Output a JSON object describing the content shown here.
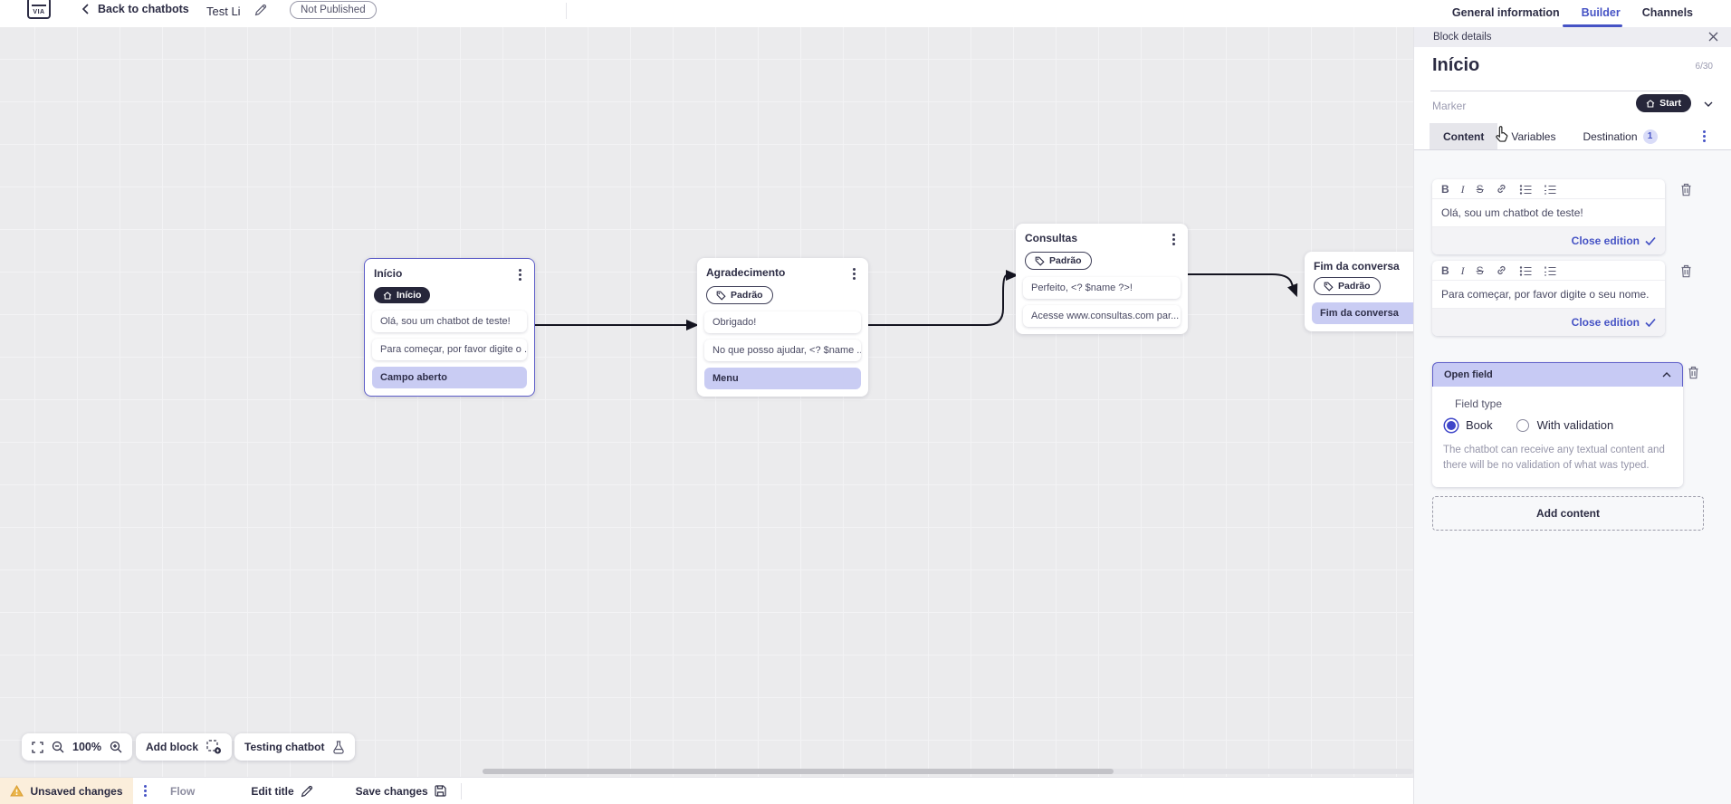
{
  "topbar": {
    "logo_text": "VIA",
    "back_label": "Back to chatbots",
    "title": "Test Li",
    "status_badge": "Not Published",
    "tabs": [
      {
        "label": "General information",
        "active": false
      },
      {
        "label": "Builder",
        "active": true
      },
      {
        "label": "Channels",
        "active": false
      }
    ]
  },
  "panel": {
    "header": "Block details",
    "block_name": "Início",
    "name_counter": "6/30",
    "marker_label": "Marker",
    "marker_value": "Start",
    "tabs": [
      {
        "label": "Content",
        "active": true
      },
      {
        "label": "Variables",
        "active": false
      },
      {
        "label": "Destination",
        "badge": "1",
        "active": false
      }
    ],
    "editors": [
      {
        "text": "Olá, sou um chatbot de teste!",
        "close_label": "Close edition"
      },
      {
        "text": "Para começar, por favor digite o seu nome.",
        "close_label": "Close edition"
      }
    ],
    "open_field": {
      "header": "Open field",
      "field_type_label": "Field type",
      "options": [
        {
          "label": "Book",
          "selected": true
        },
        {
          "label": "With validation",
          "selected": false
        }
      ],
      "description": "The chatbot can receive any textual content and there will be no validation of what was typed."
    },
    "add_content_label": "Add content"
  },
  "canvas": {
    "blocks": [
      {
        "title": "Início",
        "pill": "Início",
        "pill_style": "dark",
        "rows": [
          {
            "text": "Olá, sou um chatbot de teste!",
            "style": "message"
          },
          {
            "text": "Para começar, por favor digite o ...",
            "style": "message"
          },
          {
            "text": "Campo aberto",
            "style": "action"
          }
        ]
      },
      {
        "title": "Agradecimento",
        "pill": "Padrão",
        "pill_style": "outline",
        "rows": [
          {
            "text": "Obrigado!",
            "style": "message"
          },
          {
            "text": "No que posso ajudar, <? $name ...",
            "style": "message"
          },
          {
            "text": "Menu",
            "style": "action"
          }
        ]
      },
      {
        "title": "Consultas",
        "pill": "Padrão",
        "pill_style": "outline",
        "rows": [
          {
            "text": "Perfeito, <? $name ?>!",
            "style": "message"
          },
          {
            "text": "Acesse www.consultas.com par...",
            "style": "message"
          }
        ]
      },
      {
        "title": "Fim da conversa",
        "pill": "Padrão",
        "pill_style": "outline",
        "rows": [
          {
            "text": "Fim da conversa",
            "style": "action"
          }
        ]
      }
    ]
  },
  "controls": {
    "zoom_level": "100%",
    "add_block_label": "Add block",
    "testing_label": "Testing chatbot"
  },
  "bottombar": {
    "unsaved_label": "Unsaved changes",
    "flow_label": "Flow",
    "edit_title_label": "Edit title",
    "save_label": "Save changes"
  },
  "colors": {
    "accent": "#4653c5",
    "dark_pill": "#26263a",
    "lavender": "#c9ccf3",
    "selected_border": "#5f5fc9",
    "warning": "#e8aa3f",
    "canvas_bg": "#ebebed"
  }
}
